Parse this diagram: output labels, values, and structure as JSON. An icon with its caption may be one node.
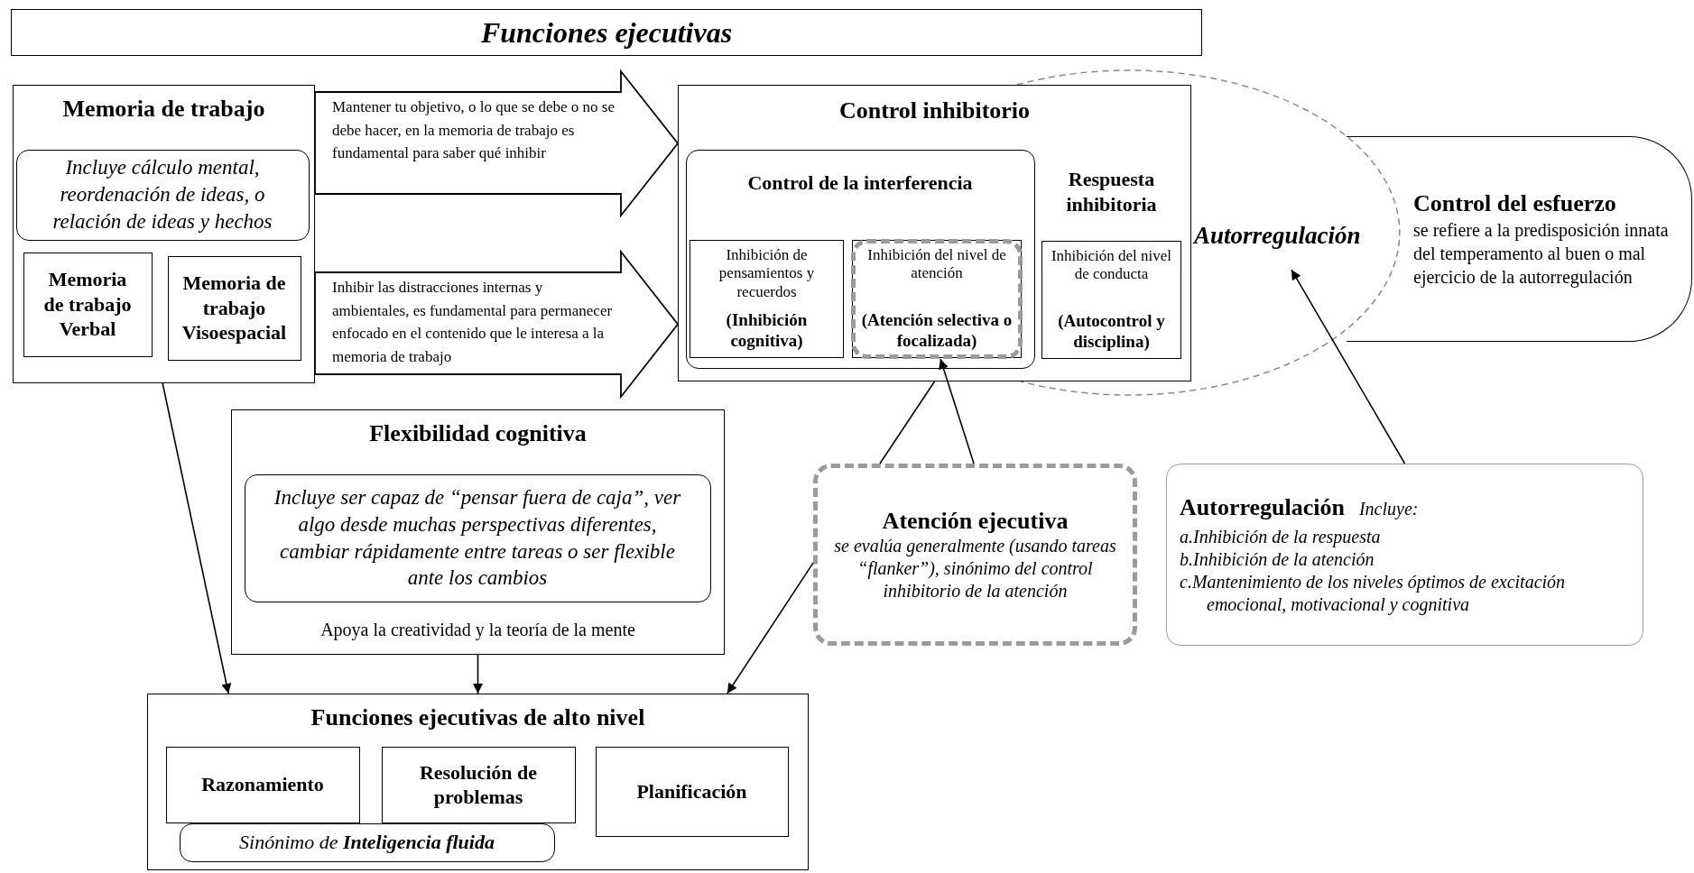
{
  "diagram": {
    "title": "Funciones ejecutivas",
    "nodes": [
      {
        "text": [
          "Memoria de trabajo"
        ]
      },
      {
        "text": [
          "Incluye cálculo mental, reordenación de ideas, o relación de ideas y hechos"
        ],
        "in": 0
      },
      {
        "text": [
          "Memoria de trabajo Verbal"
        ],
        "in": 0
      },
      {
        "text": [
          "Memoria de trabajo Visoespacial"
        ],
        "in": 0
      },
      {
        "text": [
          "Control inhibitorio"
        ]
      },
      {
        "text": [
          "Control de la interferencia"
        ],
        "in": 4
      },
      {
        "text": [
          "Inhibición de pensamientos y recuerdos",
          "(Inhibición cognitiva)"
        ],
        "in": 5
      },
      {
        "text": [
          "Inhibición del nivel de atención",
          "(Atención selectiva o focalizada)"
        ],
        "in": 5
      },
      {
        "text": [
          "Respuesta inhibitoria",
          "Inhibición del nivel de conducta",
          "(Autocontrol y disciplina)"
        ]
      },
      {
        "text": [
          "Autorregulación"
        ]
      },
      {
        "text": [
          "Control del esfuerzo",
          "se refiere a la predisposición innata del temperamento al buen o mal ejercicio de la autorregulación"
        ]
      },
      {
        "text": [
          "Flexibilidad cognitiva",
          "Apoya la creatividad y la teoría de la mente"
        ]
      },
      {
        "text": [
          "Incluye ser capaz de “pensar fuera de caja”, ver algo desde muchas perspectivas diferentes, cambiar rápidamente entre tareas o ser flexible ante los cambios"
        ],
        "in": 11
      },
      {
        "text": [
          "Atención ejecutiva",
          "se evalúa generalmente (usando tareas “flanker”), sinónimo del control inhibitorio de la atención"
        ]
      },
      {
        "text": [
          "Autorregulación",
          "Incluye:",
          "a.Inhibición de la respuesta",
          "b.Inhibición de la atención",
          "c.Mantenimiento de los niveles óptimos de excitación emocional, motivacional y cognitiva"
        ]
      },
      {
        "text": [
          "Funciones ejecutivas de alto nivel"
        ]
      },
      {
        "text": [
          "Razonamiento"
        ],
        "in": 15
      },
      {
        "text": [
          "Resolución de problemas"
        ],
        "in": 15
      },
      {
        "text": [
          "Planificación"
        ],
        "in": 15
      },
      {
        "text": [
          "Sinónimo de **Inteligencia fluida**"
        ],
        "in": 15
      }
    ],
    "edges": [
      {
        "from": 0,
        "to": 4,
        "arrow": "to",
        "style": "thick",
        "label": "Mantener tu objetivo, o lo que se debe o no se debe hacer, en la memoria de trabajo es fundamental para saber qué inhibir"
      },
      {
        "from": 0,
        "to": 4,
        "arrow": "to",
        "style": "thick",
        "label": "Inhibir las distracciones internas y ambientales, es fundamental para permanecer enfocado en el contenido que le interesa a la memoria de trabajo"
      },
      {
        "from": 0,
        "to": 15,
        "arrow": "to"
      },
      {
        "from": 11,
        "to": 15,
        "arrow": "to"
      },
      {
        "from": 13,
        "to": 15,
        "arrow": "to"
      },
      {
        "from": 13,
        "to": 4,
        "arrow": "none"
      },
      {
        "from": 13,
        "to": 7,
        "arrow": "to"
      },
      {
        "from": 14,
        "to": 9,
        "arrow": "to"
      }
    ]
  }
}
